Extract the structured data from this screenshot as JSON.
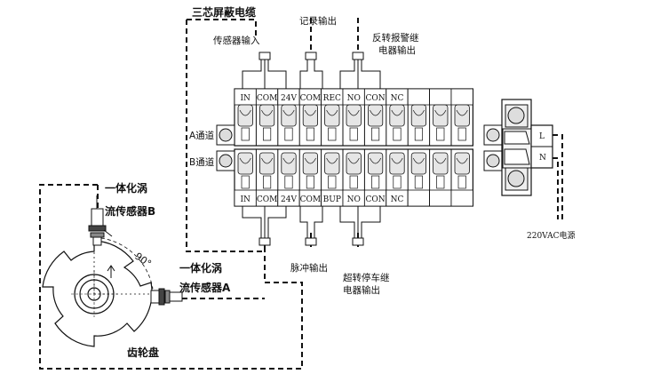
{
  "labels": {
    "cable": "三芯屏蔽电缆",
    "sensor_input": "传感器输入",
    "record_output": "记录输出",
    "reverse_alarm_l1": "反转报警继",
    "reverse_alarm_l2": "电器输出",
    "channel_a": "A通道",
    "channel_b": "B通道",
    "pulse_output": "脉冲输出",
    "overspeed_l1": "超转停车继",
    "overspeed_l2": "电器输出",
    "power": "220VAC电源",
    "sensor_b_l1": "一体化涡",
    "sensor_b_l2": "流传感器B",
    "sensor_a_l1": "一体化涡",
    "sensor_a_l2": "流传感器A",
    "gear": "齿轮盘",
    "angle": "90°",
    "psu_l": "L",
    "psu_n": "N"
  },
  "terminals_a": [
    "IN",
    "COM",
    "24V",
    "COM",
    "REC",
    "NO",
    "CON",
    "NC"
  ],
  "terminals_b": [
    "IN",
    "COM",
    "24V",
    "COM",
    "BUP",
    "NO",
    "CON",
    "NC"
  ]
}
